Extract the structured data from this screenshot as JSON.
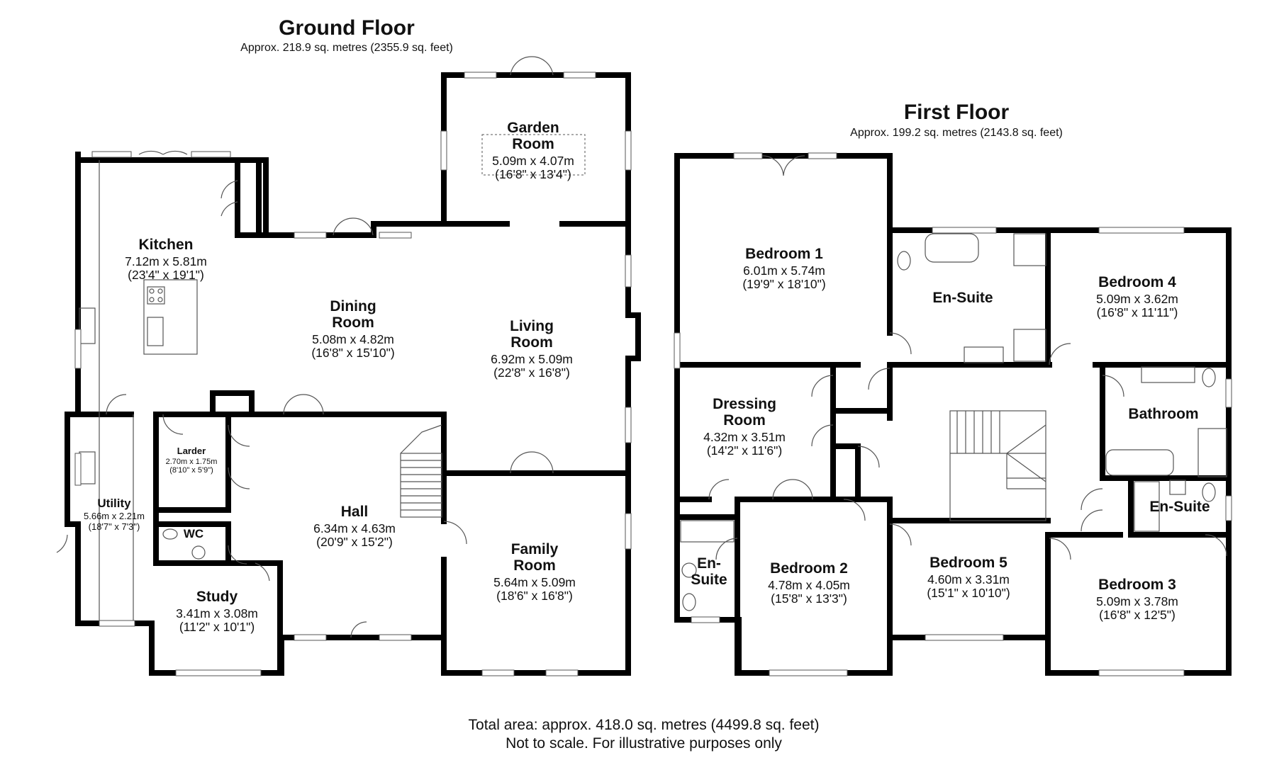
{
  "ground_floor": {
    "title": "Ground Floor",
    "area": "Approx. 218.9 sq. metres (2355.9 sq. feet)",
    "rooms": {
      "garden_room": {
        "name_1": "Garden",
        "name_2": "Room",
        "dim_m": "5.09m x 4.07m",
        "dim_ft": "(16'8\" x 13'4\")"
      },
      "kitchen": {
        "name": "Kitchen",
        "dim_m": "7.12m x 5.81m",
        "dim_ft": "(23'4\" x 19'1\")"
      },
      "dining_room": {
        "name_1": "Dining",
        "name_2": "Room",
        "dim_m": "5.08m x 4.82m",
        "dim_ft": "(16'8\" x 15'10\")"
      },
      "living_room": {
        "name_1": "Living",
        "name_2": "Room",
        "dim_m": "6.92m x 5.09m",
        "dim_ft": "(22'8\" x 16'8\")"
      },
      "larder": {
        "name": "Larder",
        "dim_m": "2.70m x 1.75m",
        "dim_ft": "(8'10\" x 5'9\")"
      },
      "utility": {
        "name": "Utility",
        "dim_m": "5.66m x 2.21m",
        "dim_ft": "(18'7\" x 7'3\")"
      },
      "wc": {
        "name": "WC"
      },
      "hall": {
        "name": "Hall",
        "dim_m": "6.34m x 4.63m",
        "dim_ft": "(20'9\" x 15'2\")"
      },
      "family_room": {
        "name_1": "Family",
        "name_2": "Room",
        "dim_m": "5.64m x 5.09m",
        "dim_ft": "(18'6\" x 16'8\")"
      },
      "study": {
        "name": "Study",
        "dim_m": "3.41m x 3.08m",
        "dim_ft": "(11'2\" x 10'1\")"
      }
    }
  },
  "first_floor": {
    "title": "First Floor",
    "area": "Approx. 199.2 sq. metres (2143.8 sq. feet)",
    "rooms": {
      "bedroom_1": {
        "name": "Bedroom 1",
        "dim_m": "6.01m x 5.74m",
        "dim_ft": "(19'9\" x 18'10\")"
      },
      "en_suite_1": {
        "name": "En-Suite"
      },
      "bedroom_4": {
        "name": "Bedroom 4",
        "dim_m": "5.09m x 3.62m",
        "dim_ft": "(16'8\" x 11'11\")"
      },
      "dressing_room": {
        "name_1": "Dressing",
        "name_2": "Room",
        "dim_m": "4.32m x 3.51m",
        "dim_ft": "(14'2\" x 11'6\")"
      },
      "bathroom": {
        "name": "Bathroom"
      },
      "en_suite_2": {
        "name": "En-Suite"
      },
      "en_suite_3": {
        "name_1": "En-",
        "name_2": "Suite"
      },
      "bedroom_2": {
        "name": "Bedroom 2",
        "dim_m": "4.78m x 4.05m",
        "dim_ft": "(15'8\" x 13'3\")"
      },
      "bedroom_5": {
        "name": "Bedroom 5",
        "dim_m": "4.60m x 3.31m",
        "dim_ft": "(15'1\" x 10'10\")"
      },
      "bedroom_3": {
        "name": "Bedroom 3",
        "dim_m": "5.09m x 3.78m",
        "dim_ft": "(16'8\" x 12'5\")"
      }
    }
  },
  "footer": {
    "total_area": "Total area: approx. 418.0 sq. metres (4499.8 sq. feet)",
    "disclaimer": "Not to scale. For illustrative purposes only"
  },
  "colors": {
    "wall": "#000000",
    "thin_line": "#555555",
    "window": "#cfd8cf",
    "background": "#ffffff"
  }
}
